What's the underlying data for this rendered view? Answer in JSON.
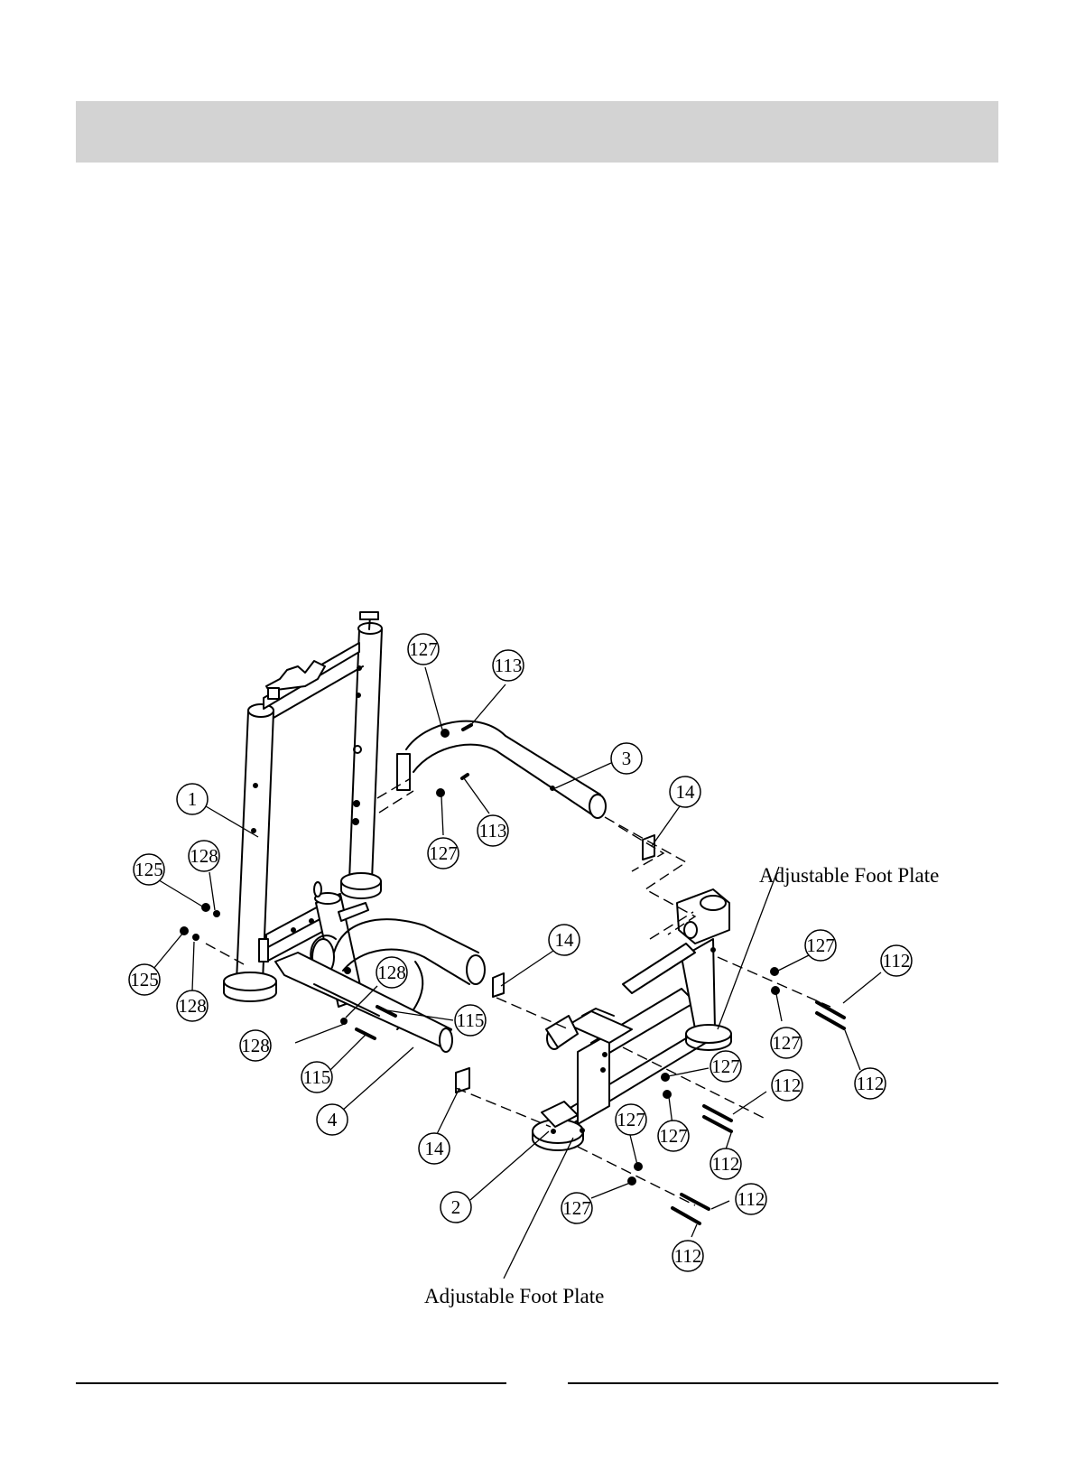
{
  "callouts": [
    {
      "id": "c1",
      "label": "1"
    },
    {
      "id": "c2",
      "label": "2"
    },
    {
      "id": "c3",
      "label": "3"
    },
    {
      "id": "c4",
      "label": "4"
    },
    {
      "id": "c14a",
      "label": "14"
    },
    {
      "id": "c14b",
      "label": "14"
    },
    {
      "id": "c14c",
      "label": "14"
    },
    {
      "id": "c112a",
      "label": "112"
    },
    {
      "id": "c112b",
      "label": "112"
    },
    {
      "id": "c112c",
      "label": "112"
    },
    {
      "id": "c112d",
      "label": "112"
    },
    {
      "id": "c112e",
      "label": "112"
    },
    {
      "id": "c112f",
      "label": "112"
    },
    {
      "id": "c113a",
      "label": "113"
    },
    {
      "id": "c113b",
      "label": "113"
    },
    {
      "id": "c115a",
      "label": "115"
    },
    {
      "id": "c115b",
      "label": "115"
    },
    {
      "id": "c125a",
      "label": "125"
    },
    {
      "id": "c125b",
      "label": "125"
    },
    {
      "id": "c127a",
      "label": "127"
    },
    {
      "id": "c127b",
      "label": "127"
    },
    {
      "id": "c127c",
      "label": "127"
    },
    {
      "id": "c127d",
      "label": "127"
    },
    {
      "id": "c127e",
      "label": "127"
    },
    {
      "id": "c127f",
      "label": "127"
    },
    {
      "id": "c127g",
      "label": "127"
    },
    {
      "id": "c127h",
      "label": "127"
    },
    {
      "id": "c128a",
      "label": "128"
    },
    {
      "id": "c128b",
      "label": "128"
    },
    {
      "id": "c128c",
      "label": "128"
    },
    {
      "id": "c128d",
      "label": "128"
    }
  ],
  "labels": {
    "foot_plate_right": "Adjustable Foot Plate",
    "foot_plate_bottom": "Adjustable Foot Plate"
  }
}
